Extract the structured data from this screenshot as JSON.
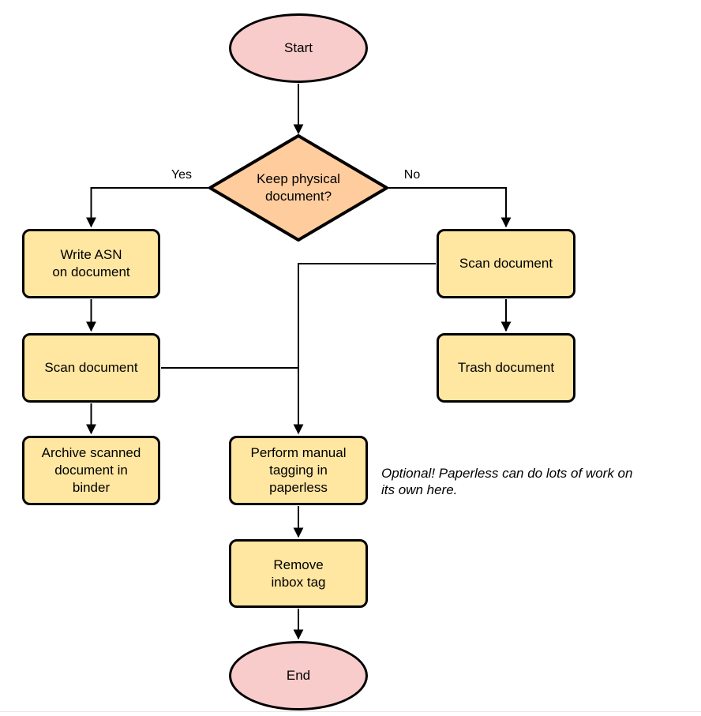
{
  "colors": {
    "terminator_fill": "#f8cccb",
    "decision_fill": "#ffcc9e",
    "process_fill": "#ffe6a1",
    "stroke": "#000000",
    "background": "#ffffff",
    "divider": "#f2e2e2"
  },
  "nodes": {
    "start": "Start",
    "decision": "Keep physical\ndocument?",
    "write_asn": "Write ASN\non document",
    "scan_left": "Scan document",
    "archive": "Archive scanned\ndocument in\nbinder",
    "scan_right": "Scan document",
    "trash": "Trash document",
    "tagging": "Perform manual\ntagging in\npaperless",
    "remove_inbox": "Remove\ninbox tag",
    "end": "End"
  },
  "edge_labels": {
    "yes": "Yes",
    "no": "No"
  },
  "annotation": "Optional! Paperless can do lots of work on\nits own here."
}
